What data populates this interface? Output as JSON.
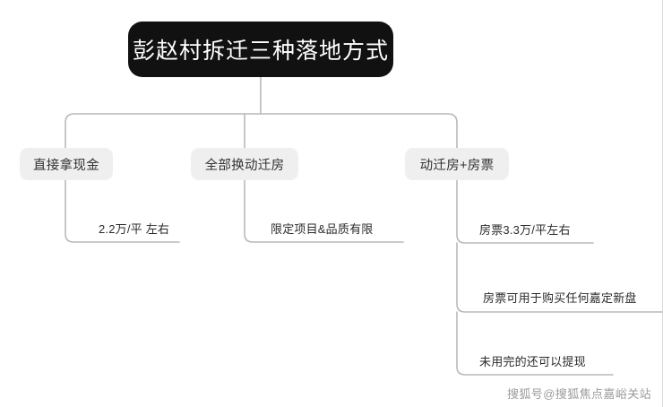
{
  "diagram": {
    "title": "彭赵村拆迁三种落地方式",
    "branches": [
      {
        "label": "直接拿现金",
        "leaves": [
          "2.2万/平 左右"
        ]
      },
      {
        "label": "全部换动迁房",
        "leaves": [
          "限定项目&品质有限"
        ]
      },
      {
        "label": "动迁房+房票",
        "leaves": [
          "房票3.3万/平左右",
          "房票可用于购买任何嘉定新盘",
          "未用完的还可以提现"
        ]
      }
    ]
  },
  "watermark": {
    "text": "搜狐号@搜狐焦点嘉峪关站"
  },
  "colors": {
    "root_background": "#111111",
    "root_text": "#ffffff",
    "branch_background": "#efefef",
    "branch_text": "#323232",
    "leaf_text": "#2b2b2b",
    "connector": "#b9b9b9",
    "page_background": "#ffffff"
  }
}
